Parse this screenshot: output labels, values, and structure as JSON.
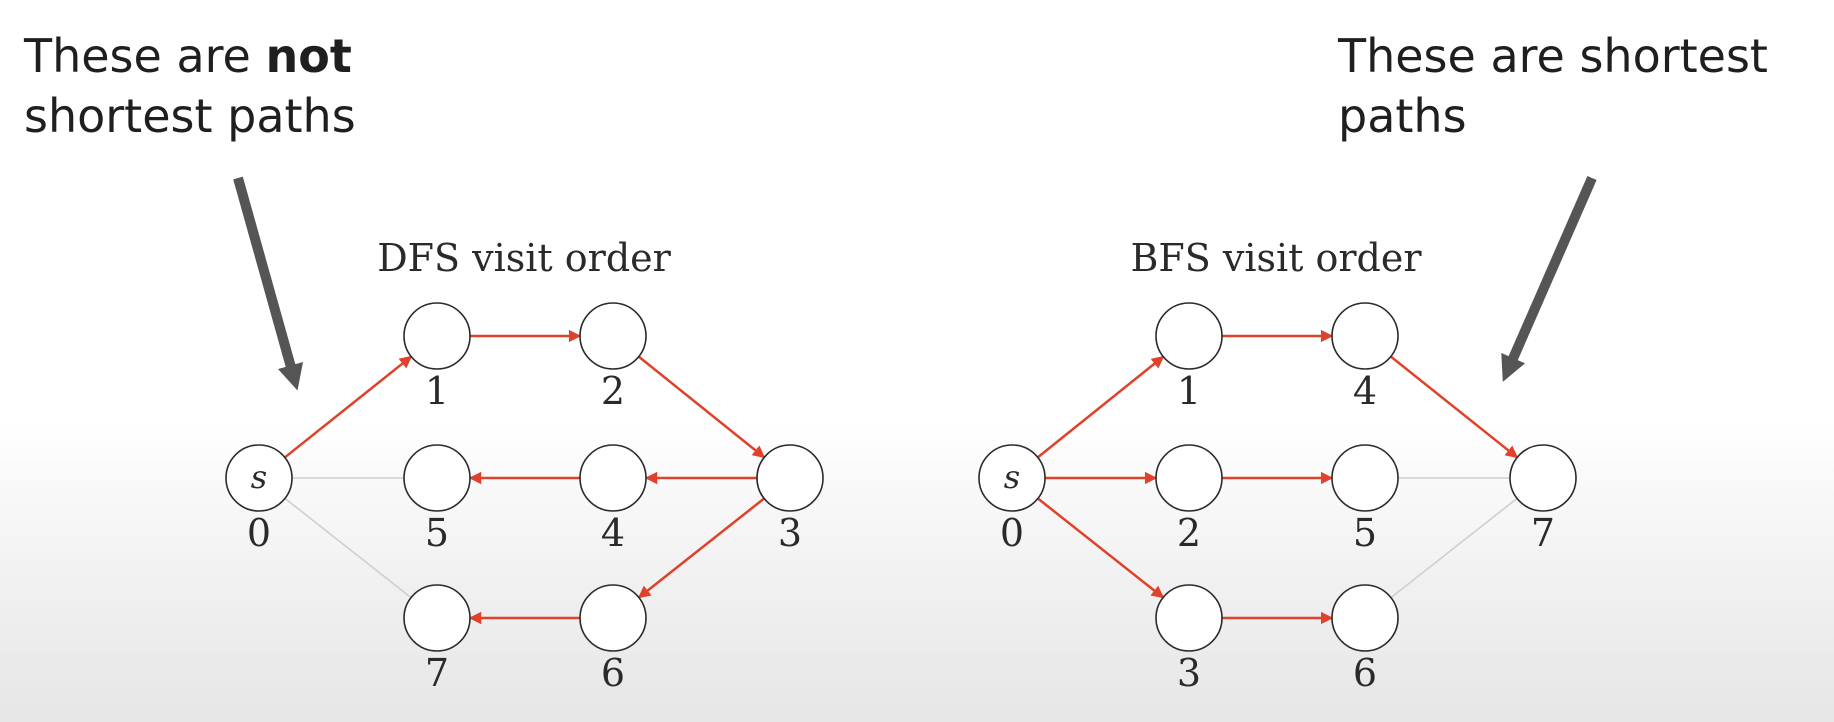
{
  "captions": {
    "left": {
      "line1_pre": "These are ",
      "line1_bold": "not",
      "line2": "shortest paths"
    },
    "right": {
      "line1": "These are shortest",
      "line2": "paths"
    }
  },
  "colors": {
    "tree_edge": "#e0412a",
    "other_edge": "#cfcfcf",
    "node_stroke": "#2a2a2a",
    "pointer_arrow": "#555555"
  },
  "graphs": [
    {
      "id": "dfs",
      "title": "DFS visit order",
      "source_symbol": "s",
      "nodes": [
        {
          "id": "s",
          "order": "0"
        },
        {
          "id": "a",
          "order": "1"
        },
        {
          "id": "b",
          "order": "2"
        },
        {
          "id": "c",
          "order": "3"
        },
        {
          "id": "d",
          "order": "4"
        },
        {
          "id": "e",
          "order": "5"
        },
        {
          "id": "f",
          "order": "6"
        },
        {
          "id": "g",
          "order": "7"
        }
      ],
      "tree_edges": [
        [
          "s",
          "a"
        ],
        [
          "a",
          "b"
        ],
        [
          "b",
          "c"
        ],
        [
          "c",
          "d"
        ],
        [
          "d",
          "e"
        ],
        [
          "c",
          "f"
        ],
        [
          "f",
          "g"
        ]
      ],
      "other_edges": [
        [
          "s",
          "e"
        ],
        [
          "s",
          "g"
        ]
      ]
    },
    {
      "id": "bfs",
      "title": "BFS visit order",
      "source_symbol": "s",
      "nodes": [
        {
          "id": "s",
          "order": "0"
        },
        {
          "id": "a",
          "order": "1"
        },
        {
          "id": "b",
          "order": "4"
        },
        {
          "id": "c",
          "order": "7"
        },
        {
          "id": "d",
          "order": "5"
        },
        {
          "id": "e",
          "order": "2"
        },
        {
          "id": "f",
          "order": "6"
        },
        {
          "id": "g",
          "order": "3"
        }
      ],
      "tree_edges": [
        [
          "s",
          "a"
        ],
        [
          "s",
          "e"
        ],
        [
          "s",
          "g"
        ],
        [
          "a",
          "b"
        ],
        [
          "b",
          "c"
        ],
        [
          "e",
          "d"
        ],
        [
          "g",
          "f"
        ]
      ],
      "other_edges": [
        [
          "d",
          "c"
        ],
        [
          "f",
          "c"
        ]
      ]
    }
  ]
}
